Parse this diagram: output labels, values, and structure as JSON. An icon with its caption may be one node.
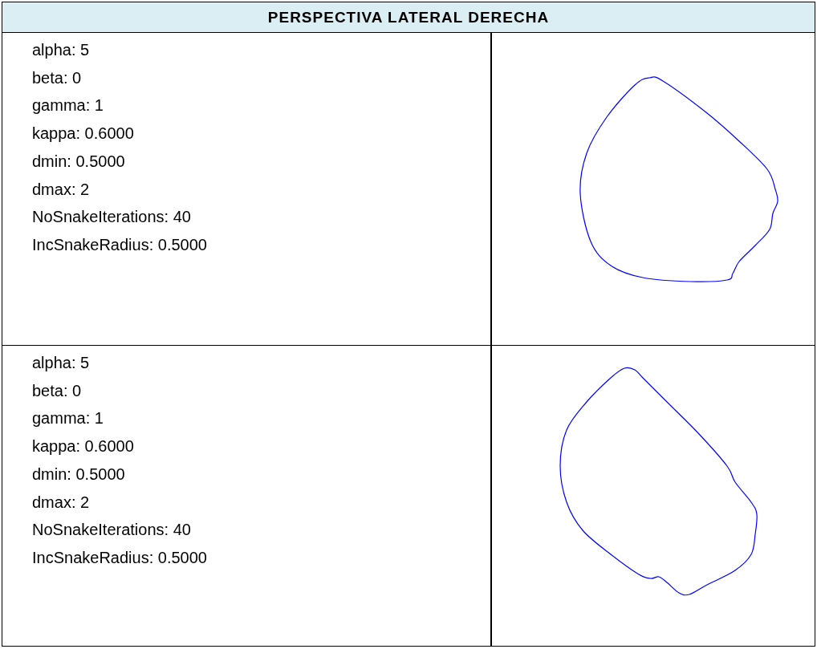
{
  "diagram": {
    "title": "PERSPECTIVA LATERAL DERECHA",
    "labels": [
      "alpha: 5",
      "beta: 0",
      "gamma: 1",
      "kappa: 0.6000",
      "dmin: 0.5000",
      "dmax: 2",
      "NoSnakeIterations: 40",
      "IncSnakeRadius: 0.5000",
      "alpha: 5",
      "beta: 0",
      "gamma: 1",
      "kappa: 0.6000",
      "dmin: 0.5000",
      "dmax: 2",
      "NoSnakeIterations: 40",
      "IncSnakeRadius: 0.5000"
    ]
  }
}
